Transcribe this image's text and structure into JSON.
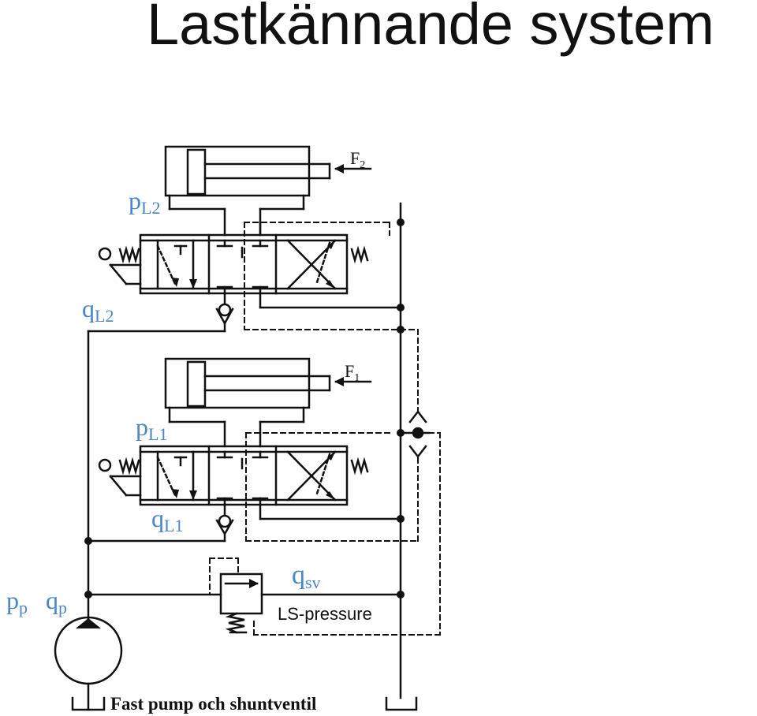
{
  "title": "Lastkännande system",
  "labels": {
    "pL2": {
      "main": "p",
      "sub": "L2"
    },
    "qL2": {
      "main": "q",
      "sub": "L2"
    },
    "pL1": {
      "main": "p",
      "sub": "L1"
    },
    "qL1": {
      "main": "q",
      "sub": "L1"
    },
    "pp": {
      "main": "p",
      "sub": "p"
    },
    "qp": {
      "main": "q",
      "sub": "p"
    },
    "qsv": {
      "main": "q",
      "sub": "sv"
    }
  },
  "ls_pressure": "LS-pressure",
  "force_f2": {
    "main": "F",
    "sub": "2"
  },
  "force_f1": {
    "main": "F",
    "sub": "1"
  },
  "caption": "Fast pump och shuntventil",
  "colors": {
    "line": "#111111",
    "label": "#4a86c8"
  }
}
